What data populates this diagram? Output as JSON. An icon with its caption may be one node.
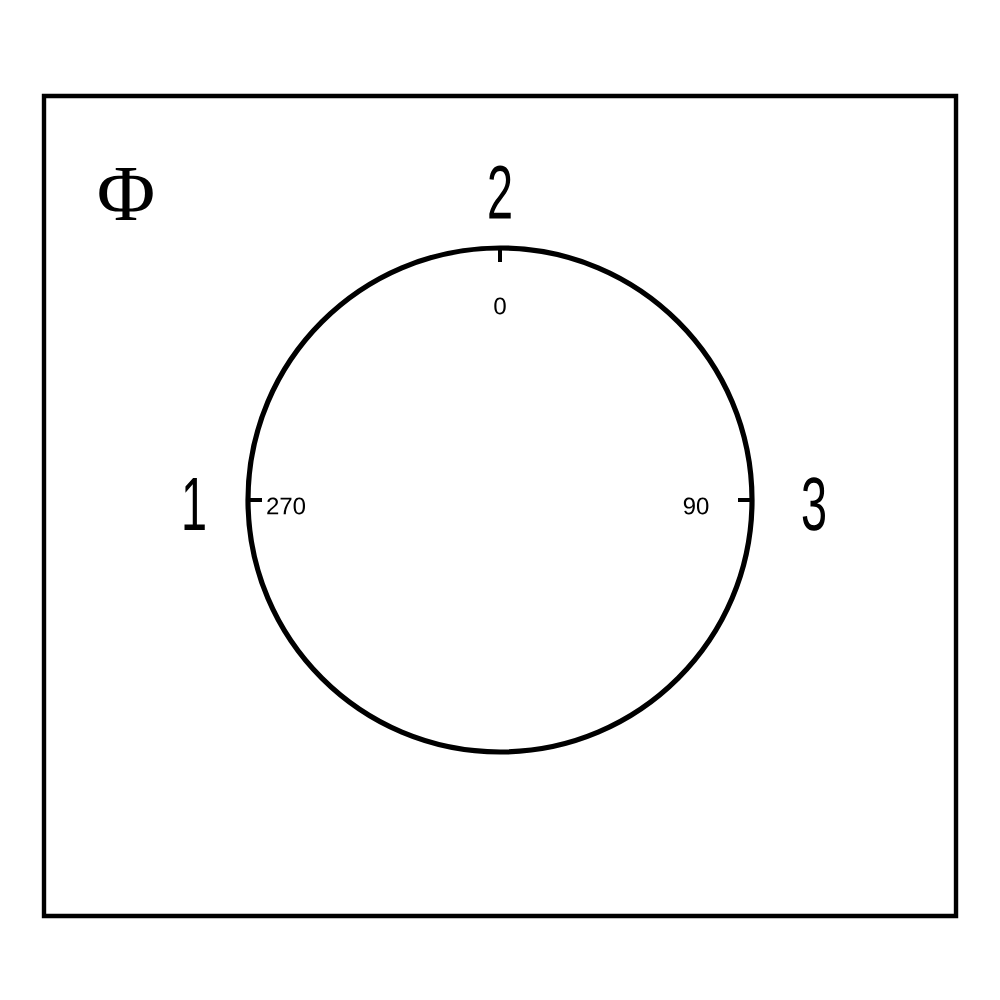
{
  "diagram": {
    "labels": [
      "Φ",
      "2",
      "0",
      "1",
      "270",
      "90",
      "3"
    ]
  }
}
